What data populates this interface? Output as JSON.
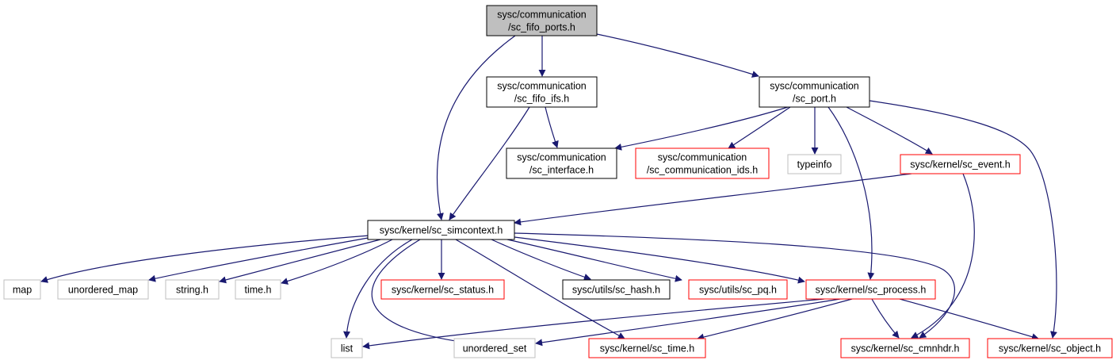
{
  "colors": {
    "edge": "#191970",
    "border_default": "#000000",
    "border_truncated": "#ff0000",
    "border_system": "#bfbfbf",
    "fill_root": "#bfbfbf",
    "fill_default": "#ffffff"
  },
  "nodes": [
    {
      "id": "sc_fifo_ports",
      "lines": [
        "sysc/communication",
        "/sc_fifo_ports.h"
      ],
      "style": "root"
    },
    {
      "id": "sc_fifo_ifs",
      "lines": [
        "sysc/communication",
        "/sc_fifo_ifs.h"
      ],
      "style": "default"
    },
    {
      "id": "sc_port",
      "lines": [
        "sysc/communication",
        "/sc_port.h"
      ],
      "style": "default"
    },
    {
      "id": "sc_interface",
      "lines": [
        "sysc/communication",
        "/sc_interface.h"
      ],
      "style": "default"
    },
    {
      "id": "sc_communication_ids",
      "lines": [
        "sysc/communication",
        "/sc_communication_ids.h"
      ],
      "style": "truncated"
    },
    {
      "id": "typeinfo",
      "lines": [
        "typeinfo"
      ],
      "style": "system"
    },
    {
      "id": "sc_event",
      "lines": [
        "sysc/kernel/sc_event.h"
      ],
      "style": "truncated"
    },
    {
      "id": "sc_simcontext",
      "lines": [
        "sysc/kernel/sc_simcontext.h"
      ],
      "style": "default"
    },
    {
      "id": "map",
      "lines": [
        "map"
      ],
      "style": "system"
    },
    {
      "id": "unordered_map",
      "lines": [
        "unordered_map"
      ],
      "style": "system"
    },
    {
      "id": "string_h",
      "lines": [
        "string.h"
      ],
      "style": "system"
    },
    {
      "id": "time_h",
      "lines": [
        "time.h"
      ],
      "style": "system"
    },
    {
      "id": "sc_status",
      "lines": [
        "sysc/kernel/sc_status.h"
      ],
      "style": "truncated"
    },
    {
      "id": "sc_hash",
      "lines": [
        "sysc/utils/sc_hash.h"
      ],
      "style": "default"
    },
    {
      "id": "sc_pq",
      "lines": [
        "sysc/utils/sc_pq.h"
      ],
      "style": "truncated"
    },
    {
      "id": "sc_process",
      "lines": [
        "sysc/kernel/sc_process.h"
      ],
      "style": "truncated"
    },
    {
      "id": "list",
      "lines": [
        "list"
      ],
      "style": "system"
    },
    {
      "id": "unordered_set",
      "lines": [
        "unordered_set"
      ],
      "style": "system"
    },
    {
      "id": "sc_time",
      "lines": [
        "sysc/kernel/sc_time.h"
      ],
      "style": "truncated"
    },
    {
      "id": "sc_cmnhdr",
      "lines": [
        "sysc/kernel/sc_cmnhdr.h"
      ],
      "style": "truncated"
    },
    {
      "id": "sc_object",
      "lines": [
        "sysc/kernel/sc_object.h"
      ],
      "style": "truncated"
    }
  ],
  "edges": [
    [
      "sc_fifo_ports",
      "sc_fifo_ifs"
    ],
    [
      "sc_fifo_ports",
      "sc_port"
    ],
    [
      "sc_fifo_ports",
      "sc_simcontext"
    ],
    [
      "sc_fifo_ifs",
      "sc_interface"
    ],
    [
      "sc_fifo_ifs",
      "sc_simcontext"
    ],
    [
      "sc_port",
      "sc_interface"
    ],
    [
      "sc_port",
      "sc_communication_ids"
    ],
    [
      "sc_port",
      "typeinfo"
    ],
    [
      "sc_port",
      "sc_event"
    ],
    [
      "sc_port",
      "sc_process"
    ],
    [
      "sc_port",
      "sc_object"
    ],
    [
      "sc_event",
      "sc_simcontext"
    ],
    [
      "sc_event",
      "sc_cmnhdr"
    ],
    [
      "sc_simcontext",
      "map"
    ],
    [
      "sc_simcontext",
      "unordered_map"
    ],
    [
      "sc_simcontext",
      "string_h"
    ],
    [
      "sc_simcontext",
      "time_h"
    ],
    [
      "sc_simcontext",
      "sc_status"
    ],
    [
      "sc_simcontext",
      "sc_hash"
    ],
    [
      "sc_simcontext",
      "sc_pq"
    ],
    [
      "sc_simcontext",
      "sc_process"
    ],
    [
      "sc_simcontext",
      "list"
    ],
    [
      "sc_simcontext",
      "unordered_set"
    ],
    [
      "sc_simcontext",
      "sc_time"
    ],
    [
      "sc_simcontext",
      "sc_cmnhdr"
    ],
    [
      "sc_process",
      "list"
    ],
    [
      "sc_process",
      "unordered_set"
    ],
    [
      "sc_process",
      "sc_time"
    ],
    [
      "sc_process",
      "sc_cmnhdr"
    ],
    [
      "sc_process",
      "sc_object"
    ]
  ]
}
